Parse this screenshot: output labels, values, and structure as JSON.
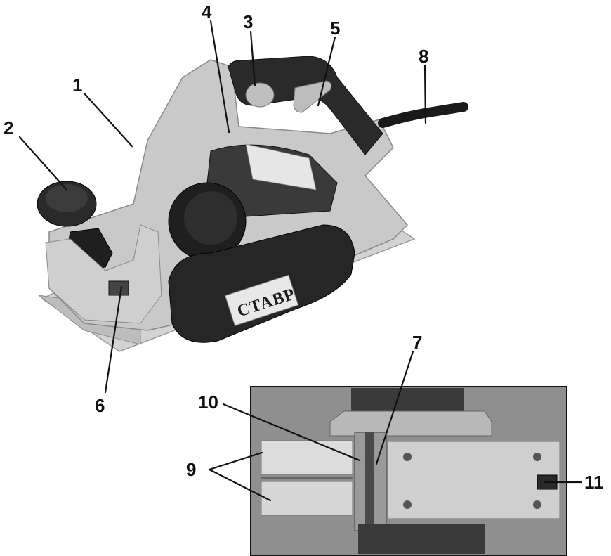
{
  "brand_label": "СТАВР",
  "callouts": [
    {
      "id": "1",
      "label": "1"
    },
    {
      "id": "2",
      "label": "2"
    },
    {
      "id": "3",
      "label": "3"
    },
    {
      "id": "4",
      "label": "4"
    },
    {
      "id": "5",
      "label": "5"
    },
    {
      "id": "6",
      "label": "6"
    },
    {
      "id": "7",
      "label": "7"
    },
    {
      "id": "8",
      "label": "8"
    },
    {
      "id": "9",
      "label": "9"
    },
    {
      "id": "10",
      "label": "10"
    },
    {
      "id": "11",
      "label": "11"
    }
  ],
  "colors": {
    "body_gray": "#c9c9c9",
    "dark_rubber": "#2a2a2a",
    "photo_bg": "#8f8f8f",
    "line": "#111111"
  }
}
